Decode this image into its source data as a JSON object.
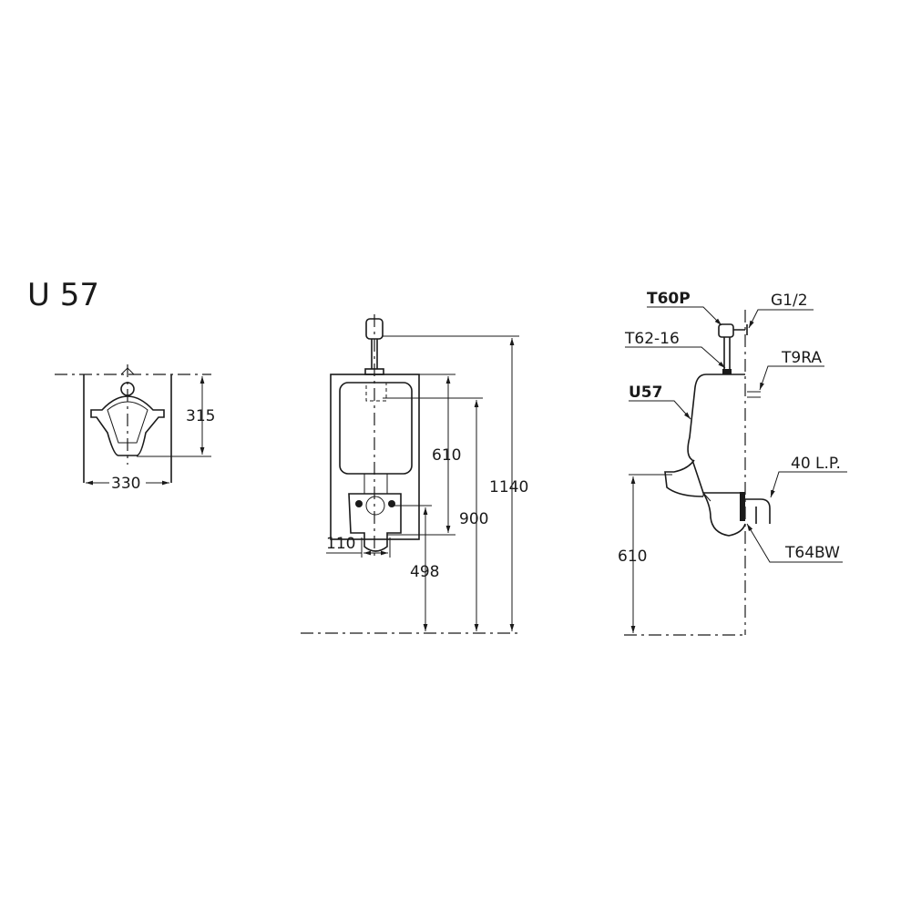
{
  "title": "U 57",
  "top_view": {
    "depth": "315",
    "width": "330"
  },
  "front_view": {
    "d610": "610",
    "d900": "900",
    "d1140": "1140",
    "d110": "110",
    "d498": "498"
  },
  "side_view": {
    "flush_valve": "T60P",
    "inlet": "G1/2",
    "flush_pipe": "T62-16",
    "spud": "T9RA",
    "urinal": "U57",
    "outlet": "40 L.P.",
    "trap": "T64BW",
    "rim_height": "610"
  }
}
